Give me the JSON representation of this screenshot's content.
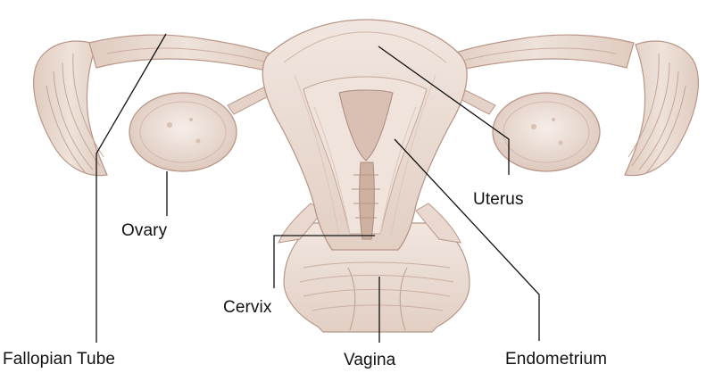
{
  "labels": {
    "uterus": "Uterus",
    "ovary": "Ovary",
    "cervix": "Cervix",
    "fallopian_tube": "Fallopian Tube",
    "vagina": "Vagina",
    "endometrium": "Endometrium"
  },
  "colors": {
    "tissue_fill": "#ebdcd3",
    "tissue_light": "#f4ebe5",
    "tissue_dark": "#b99687",
    "tissue_mid": "#d4bdb0",
    "leader_line": "#111111",
    "label_text": "#111111"
  }
}
